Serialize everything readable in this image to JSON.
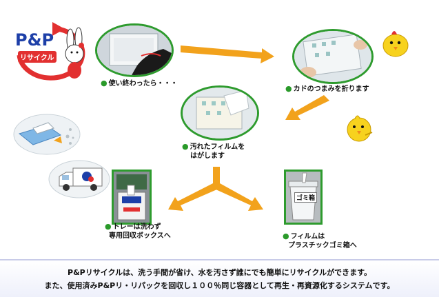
{
  "logo": {
    "brand": "P&P",
    "sub": "リサイクル"
  },
  "steps": [
    {
      "label": "使い終わったら・・・"
    },
    {
      "label": "カドのつまみを折ります"
    },
    {
      "label_line1": "汚れたフィルムを",
      "label_line2": "はがします"
    },
    {
      "label_line1": "トレーは洗わず",
      "label_line2": "専用回収ボックスへ"
    },
    {
      "label_line1": "フィルムは",
      "label_line2": "プラスチックゴミ箱へ"
    }
  ],
  "trash_bin_label": "ゴミ箱",
  "footer": {
    "line1": "P&Pリサイクルは、洗う手間が省け、水を汚さず誰にでも簡単にリサイクルができます。",
    "line2": "また、使用済みP&Pリ・リパックを回収し１００％同じ容器として再生・再資源化するシステムです。"
  },
  "colors": {
    "arrow": "#f2a21c",
    "frame": "#2e9b2e",
    "logo_blue": "#1d3fa8",
    "logo_red": "#e23030"
  }
}
